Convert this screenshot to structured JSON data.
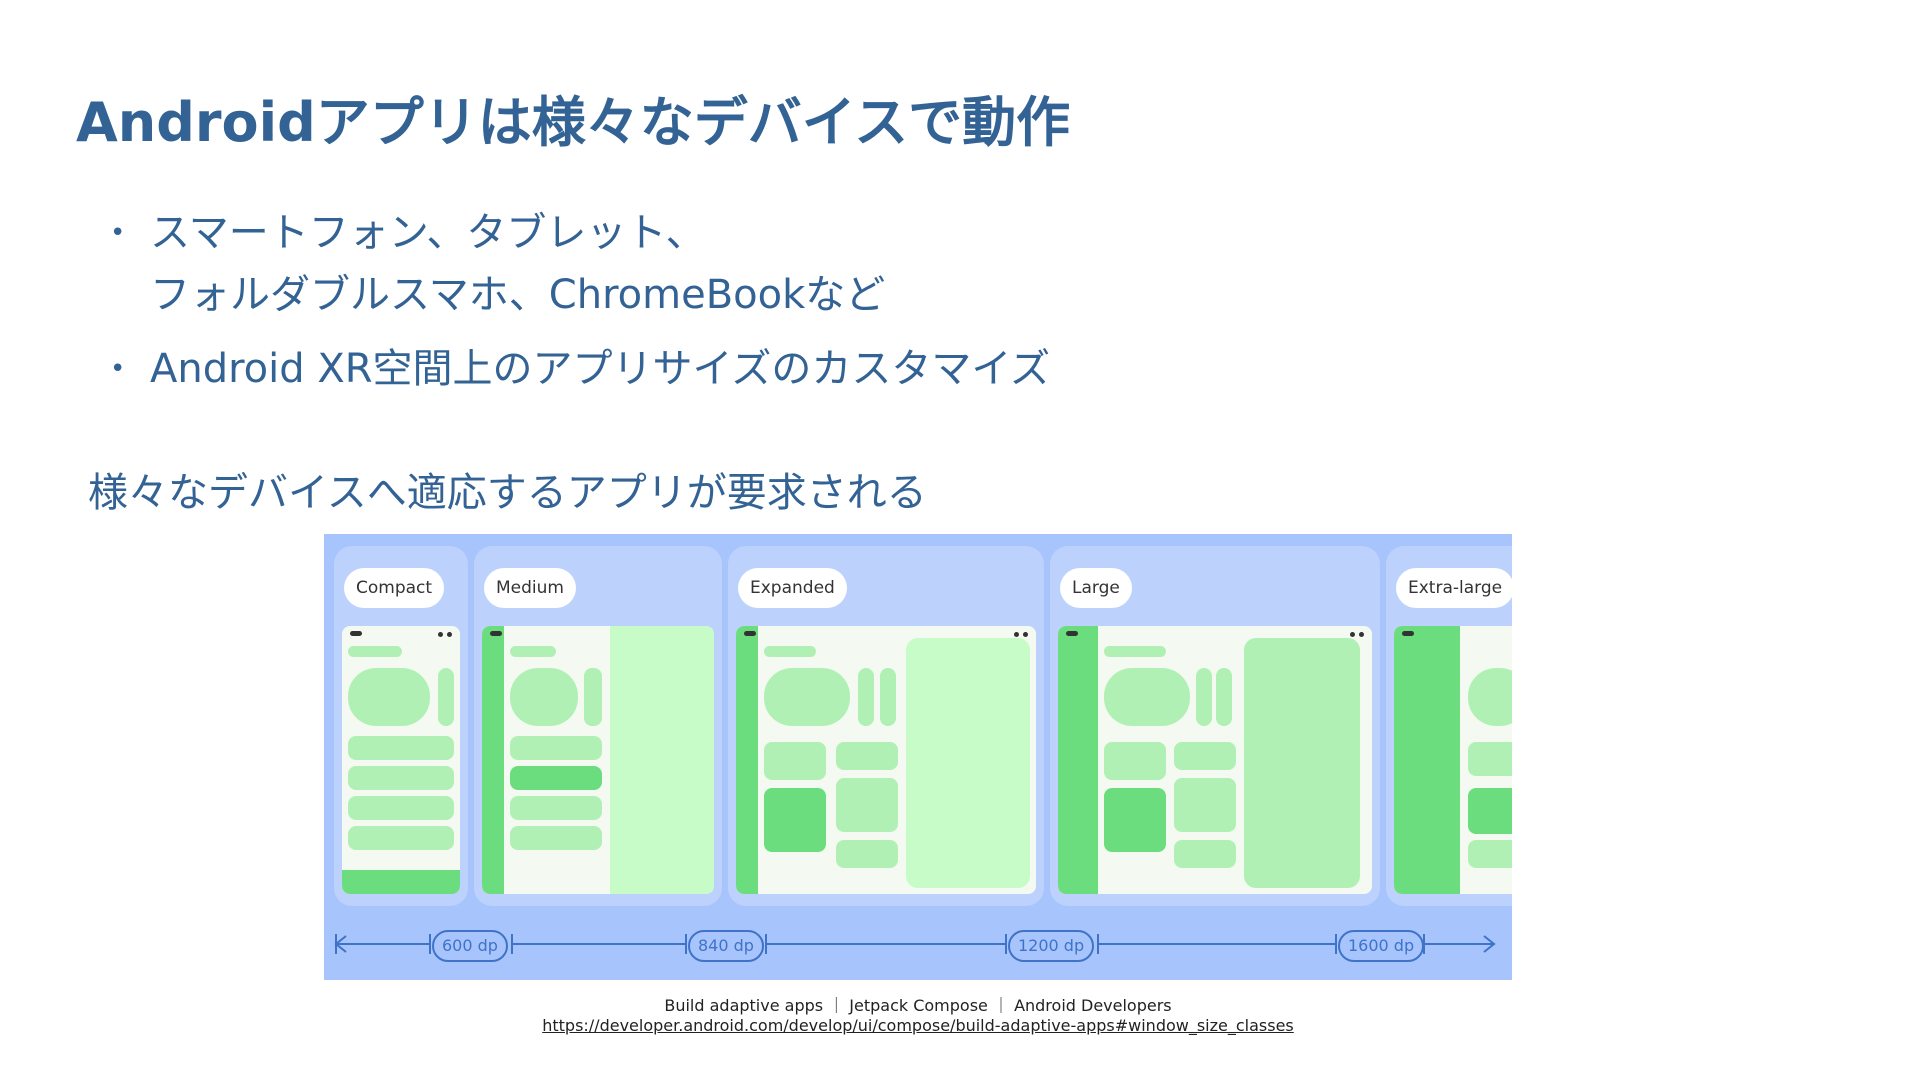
{
  "title": "Androidアプリは様々なデバイスで動作",
  "bullets": [
    {
      "lines": [
        "スマートフォン、タブレット、",
        "フォルダブルスマホ、ChromeBookなど"
      ]
    },
    {
      "lines": [
        "Android XR空間上のアプリサイズのカスタマイズ"
      ]
    }
  ],
  "subheading": "様々なデバイスへ適応するアプリが要求される",
  "figure": {
    "classes": [
      "Compact",
      "Medium",
      "Expanded",
      "Large",
      "Extra-large"
    ],
    "breakpoints": [
      "600 dp",
      "840 dp",
      "1200 dp",
      "1600 dp"
    ]
  },
  "caption": {
    "source": "Build adaptive apps ｜ Jetpack Compose ｜ Android Developers",
    "url": "https://developer.android.com/develop/ui/compose/build-adaptive-apps#window_size_classes"
  },
  "colors": {
    "heading": "#336294",
    "figure_bg": "#a7c4fc",
    "accent_green": "#6cdd7f",
    "breakpoint_line": "#3f73c8"
  }
}
